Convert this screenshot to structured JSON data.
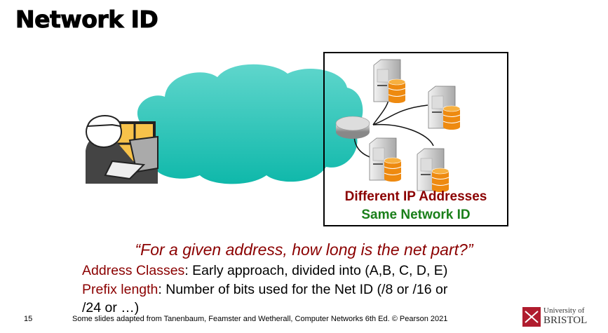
{
  "slide": {
    "title": "Network ID",
    "page_number": "15"
  },
  "diagram": {
    "line1": "Different IP Addresses",
    "line2": "Same Network ID",
    "colors": {
      "line1": "#8b0000",
      "line2": "#1a7f1a",
      "cloud": "#2ec4b6"
    }
  },
  "body": {
    "question": "“For a given address, how long is the net part?”",
    "bullets": [
      {
        "term": "Address Classes",
        "text": ": Early approach, divided into (A,B, C, D, E)"
      },
      {
        "term": "Prefix length",
        "text": ": Number of bits used for the Net ID (/8 or /16 or"
      },
      {
        "term": "",
        "text": "/24 or …)"
      }
    ]
  },
  "footer": {
    "credit": "Some slides adapted from Tanenbaum, Feamster and Wetherall, Computer Networks 6th Ed. © Pearson 2021",
    "logo_line1": "University of",
    "logo_line2": "BRISTOL"
  }
}
